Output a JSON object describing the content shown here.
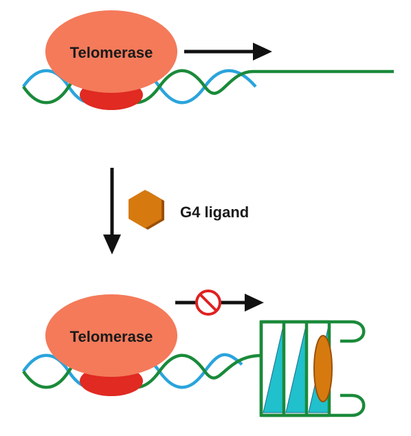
{
  "labels": {
    "enzyme_top": "Telomerase",
    "enzyme_bottom": "Telomerase",
    "ligand": "G4 ligand"
  },
  "colors": {
    "enzyme_body": "#f47a5a",
    "enzyme_base": "#e02a22",
    "strand_green": "#1a8a3a",
    "strand_blue": "#2aa4dc",
    "ligand_fill": "#d67a10",
    "ligand_edge": "#9a5006",
    "quartet_fill": "#20c0cc",
    "inhibit_red": "#e02020",
    "arrow": "#111111"
  },
  "icons": [
    "forward-arrow-icon",
    "down-arrow-icon",
    "g4-ligand-hexagon-icon",
    "no-entry-icon",
    "g-quadruplex-icon"
  ]
}
